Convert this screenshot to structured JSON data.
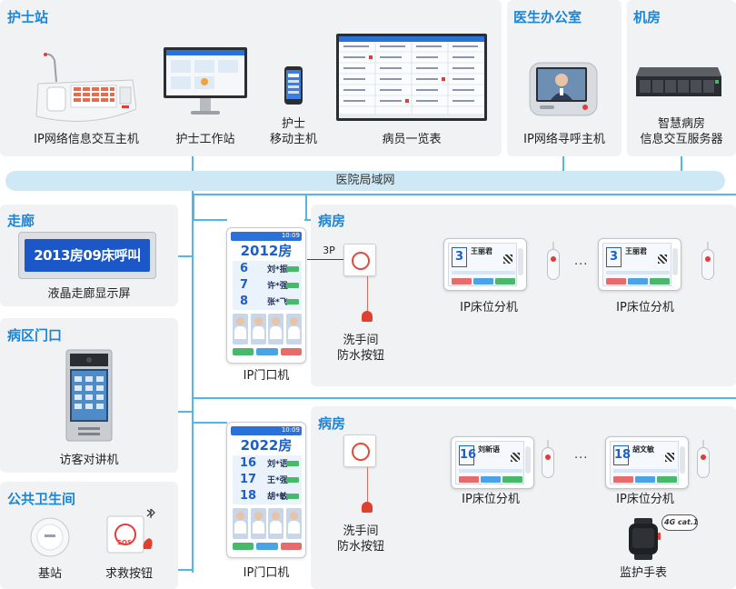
{
  "sections": {
    "nurse_station": "护士站",
    "doctor_office": "医生办公室",
    "machine_room": "机房",
    "corridor": "走廊",
    "ward_entrance": "病区门口",
    "public_toilet": "公共卫生间",
    "ward_1": "病房",
    "ward_2": "病房"
  },
  "network": {
    "label": "医院局域网"
  },
  "devices": {
    "ip_info_host": "IP网络信息交互主机",
    "nurse_workstation": "护士工作站",
    "nurse_mobile_line1": "护士",
    "nurse_mobile_line2": "移动主机",
    "patient_overview": "病员一览表",
    "ip_call_host": "IP网络寻呼主机",
    "server_line1": "智慧病房",
    "server_line2": "信息交互服务器",
    "corridor_display": "液晶走廊显示屏",
    "visitor_intercom": "访客对讲机",
    "base_station": "基站",
    "help_button": "求救按钮",
    "door_machine": "IP门口机",
    "bed_unit": "IP床位分机",
    "waterproof_line1": "洗手间",
    "waterproof_line2": "防水按钮",
    "watch": "监护手表"
  },
  "corridor_screen_text": "2013房09床呼叫",
  "cable_label": "3P",
  "ellipsis": "···",
  "watch_badge": "4G cat.1",
  "door_1": {
    "time": "10:09",
    "room": "2012房",
    "beds": [
      {
        "num": "6",
        "name": "刘*振"
      },
      {
        "num": "7",
        "name": "许*强"
      },
      {
        "num": "8",
        "name": "张*飞"
      }
    ]
  },
  "door_2": {
    "time": "10:09",
    "room": "2022房",
    "beds": [
      {
        "num": "16",
        "name": "刘*语"
      },
      {
        "num": "17",
        "name": "王*强"
      },
      {
        "num": "18",
        "name": "胡*敏"
      }
    ]
  },
  "bedunits": {
    "w1a": {
      "num": "3",
      "name": "王丽君"
    },
    "w1b": {
      "num": "3",
      "name": "王丽君"
    },
    "w2a": {
      "num": "16",
      "name": "刘新语"
    },
    "w2b": {
      "num": "18",
      "name": "胡文敏"
    }
  },
  "sos_label": "SOS",
  "colors": {
    "accent": "#1a86d8",
    "line": "#4fb8e6",
    "panel": "#f1f2f4"
  }
}
